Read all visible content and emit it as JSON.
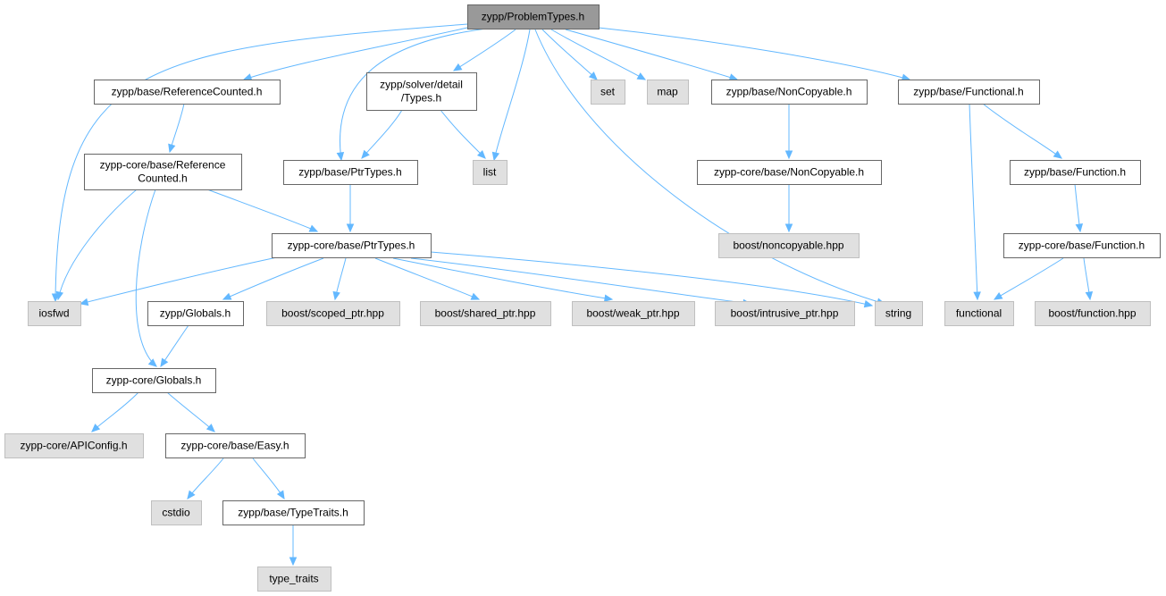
{
  "diagram": {
    "title": "zypp/ProblemTypes.h",
    "colors": {
      "edge": "#63b8ff",
      "root_fill": "#999999",
      "local_fill": "#ffffff",
      "system_fill": "#e0e0e0"
    },
    "nodes": [
      {
        "id": "root",
        "kind": "root",
        "lines": [
          "zypp/ProblemTypes.h"
        ]
      },
      {
        "id": "refcounted",
        "kind": "local",
        "lines": [
          "zypp/base/ReferenceCounted.h"
        ]
      },
      {
        "id": "solvertypes",
        "kind": "local",
        "lines": [
          "zypp/solver/detail",
          "/Types.h"
        ]
      },
      {
        "id": "set",
        "kind": "sys",
        "lines": [
          "set"
        ]
      },
      {
        "id": "map",
        "kind": "sys",
        "lines": [
          "map"
        ]
      },
      {
        "id": "noncopyable",
        "kind": "local",
        "lines": [
          "zypp/base/NonCopyable.h"
        ]
      },
      {
        "id": "functional_h",
        "kind": "local",
        "lines": [
          "zypp/base/Functional.h"
        ]
      },
      {
        "id": "core_refcounted",
        "kind": "local",
        "lines": [
          "zypp-core/base/Reference",
          "Counted.h"
        ]
      },
      {
        "id": "ptrtypes",
        "kind": "local",
        "lines": [
          "zypp/base/PtrTypes.h"
        ]
      },
      {
        "id": "list",
        "kind": "sys",
        "lines": [
          "list"
        ]
      },
      {
        "id": "core_noncopyable",
        "kind": "local",
        "lines": [
          "zypp-core/base/NonCopyable.h"
        ]
      },
      {
        "id": "function_h",
        "kind": "local",
        "lines": [
          "zypp/base/Function.h"
        ]
      },
      {
        "id": "core_ptrtypes",
        "kind": "local",
        "lines": [
          "zypp-core/base/PtrTypes.h"
        ]
      },
      {
        "id": "boost_noncopyable",
        "kind": "sys",
        "lines": [
          "boost/noncopyable.hpp"
        ]
      },
      {
        "id": "core_function",
        "kind": "local",
        "lines": [
          "zypp-core/base/Function.h"
        ]
      },
      {
        "id": "iosfwd",
        "kind": "sys",
        "lines": [
          "iosfwd"
        ]
      },
      {
        "id": "globals",
        "kind": "local",
        "lines": [
          "zypp/Globals.h"
        ]
      },
      {
        "id": "boost_scoped",
        "kind": "sys",
        "lines": [
          "boost/scoped_ptr.hpp"
        ]
      },
      {
        "id": "boost_shared",
        "kind": "sys",
        "lines": [
          "boost/shared_ptr.hpp"
        ]
      },
      {
        "id": "boost_weak",
        "kind": "sys",
        "lines": [
          "boost/weak_ptr.hpp"
        ]
      },
      {
        "id": "boost_intrusive",
        "kind": "sys",
        "lines": [
          "boost/intrusive_ptr.hpp"
        ]
      },
      {
        "id": "string",
        "kind": "sys",
        "lines": [
          "string"
        ]
      },
      {
        "id": "functional",
        "kind": "sys",
        "lines": [
          "functional"
        ]
      },
      {
        "id": "boost_function",
        "kind": "sys",
        "lines": [
          "boost/function.hpp"
        ]
      },
      {
        "id": "core_globals",
        "kind": "local",
        "lines": [
          "zypp-core/Globals.h"
        ]
      },
      {
        "id": "apiconfig",
        "kind": "sys",
        "lines": [
          "zypp-core/APIConfig.h"
        ]
      },
      {
        "id": "easy",
        "kind": "local",
        "lines": [
          "zypp-core/base/Easy.h"
        ]
      },
      {
        "id": "cstdio",
        "kind": "sys",
        "lines": [
          "cstdio"
        ]
      },
      {
        "id": "typetraits_h",
        "kind": "local",
        "lines": [
          "zypp/base/TypeTraits.h"
        ]
      },
      {
        "id": "type_traits",
        "kind": "sys",
        "lines": [
          "type_traits"
        ]
      }
    ],
    "edges": [
      {
        "from": "root",
        "to": "iosfwd"
      },
      {
        "from": "root",
        "to": "refcounted"
      },
      {
        "from": "root",
        "to": "ptrtypes"
      },
      {
        "from": "root",
        "to": "solvertypes"
      },
      {
        "from": "root",
        "to": "list"
      },
      {
        "from": "root",
        "to": "set"
      },
      {
        "from": "root",
        "to": "map"
      },
      {
        "from": "root",
        "to": "noncopyable"
      },
      {
        "from": "root",
        "to": "functional_h"
      },
      {
        "from": "root",
        "to": "string"
      },
      {
        "from": "refcounted",
        "to": "core_refcounted"
      },
      {
        "from": "solvertypes",
        "to": "ptrtypes"
      },
      {
        "from": "solvertypes",
        "to": "list"
      },
      {
        "from": "noncopyable",
        "to": "core_noncopyable"
      },
      {
        "from": "functional_h",
        "to": "function_h"
      },
      {
        "from": "functional_h",
        "to": "functional"
      },
      {
        "from": "core_refcounted",
        "to": "iosfwd"
      },
      {
        "from": "core_refcounted",
        "to": "core_ptrtypes"
      },
      {
        "from": "core_refcounted",
        "to": "core_globals"
      },
      {
        "from": "ptrtypes",
        "to": "core_ptrtypes"
      },
      {
        "from": "core_noncopyable",
        "to": "boost_noncopyable"
      },
      {
        "from": "function_h",
        "to": "core_function"
      },
      {
        "from": "core_ptrtypes",
        "to": "iosfwd"
      },
      {
        "from": "core_ptrtypes",
        "to": "globals"
      },
      {
        "from": "core_ptrtypes",
        "to": "boost_scoped"
      },
      {
        "from": "core_ptrtypes",
        "to": "boost_shared"
      },
      {
        "from": "core_ptrtypes",
        "to": "boost_weak"
      },
      {
        "from": "core_ptrtypes",
        "to": "boost_intrusive"
      },
      {
        "from": "core_ptrtypes",
        "to": "string"
      },
      {
        "from": "core_function",
        "to": "functional"
      },
      {
        "from": "core_function",
        "to": "boost_function"
      },
      {
        "from": "globals",
        "to": "core_globals"
      },
      {
        "from": "core_globals",
        "to": "apiconfig"
      },
      {
        "from": "core_globals",
        "to": "easy"
      },
      {
        "from": "easy",
        "to": "cstdio"
      },
      {
        "from": "easy",
        "to": "typetraits_h"
      },
      {
        "from": "typetraits_h",
        "to": "type_traits"
      }
    ]
  }
}
